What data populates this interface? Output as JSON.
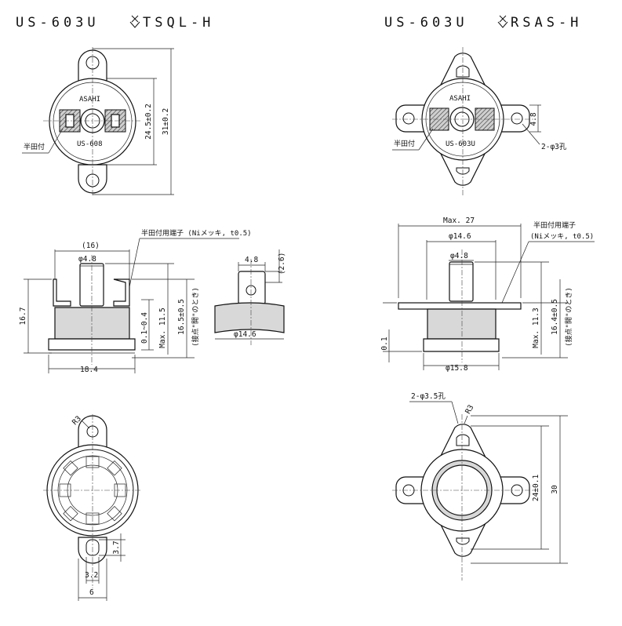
{
  "titles": {
    "left_prefix": "US-603U",
    "left_suffix": "TSQL-H",
    "right_prefix": "US-603U",
    "right_suffix": "RSAS-H"
  },
  "left": {
    "brand": "ASAHI",
    "model": "US-608",
    "solder_label": "半田付",
    "dims": {
      "inner_height": "24.5±0.2",
      "outer_height": "31±0.2",
      "pitch": "(16)",
      "pin_dia": "φ4.8",
      "terminal_note": "半田付用端子 (Niメッキ, t0.5)",
      "total_height": "16.7",
      "gap": "0.1~0.4",
      "max_height": "Max. 11.5",
      "contact_height": "16.5±0.5",
      "contact_note": "(接点\"開\"のとき)",
      "base_dia": "18.4",
      "terminal_width": "4.8",
      "terminal_top": "(2.6)",
      "terminal_dia": "φ14.6",
      "corner_radius": "R3",
      "slot_height": "3.7",
      "slot_width": "3.2",
      "ear_width": "6"
    }
  },
  "right": {
    "brand": "ASAHI",
    "model": "US-603U",
    "solder_label": "半田付",
    "dims": {
      "ear_height": "4.8",
      "holes": "2-φ3孔",
      "max_width": "Max. 27",
      "terminal_note_1": "半田付用端子",
      "terminal_note_2": "(Niメッキ, t0.5)",
      "cap_dia": "φ14.6",
      "pin_dia": "φ4.8",
      "max_height": "Max. 11.3",
      "contact_height": "16.4±0.5",
      "contact_note": "(接点\"開\"のとき)",
      "gap": "0.1",
      "base_dia": "φ15.8",
      "mount_holes": "2-φ3.5孔",
      "corner_radius": "R3",
      "hole_pitch": "24±0.1",
      "overall": "30"
    }
  }
}
